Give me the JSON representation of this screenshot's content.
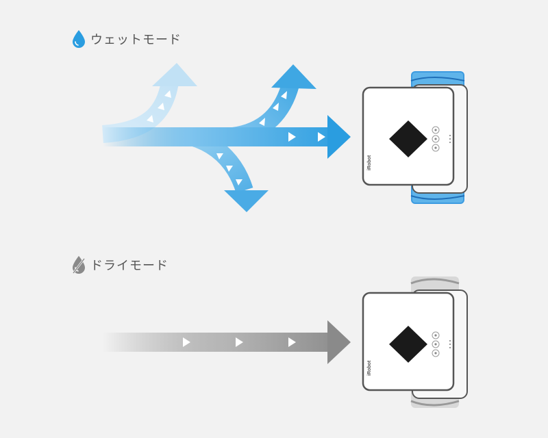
{
  "modes": {
    "wet": {
      "label": "ウェットモード",
      "icon": "water-drop-icon",
      "color": "#2a9de0"
    },
    "dry": {
      "label": "ドライモード",
      "icon": "slashed-drop-icon",
      "color": "#8a8a8a"
    }
  },
  "robot": {
    "brand": "iRobot"
  }
}
